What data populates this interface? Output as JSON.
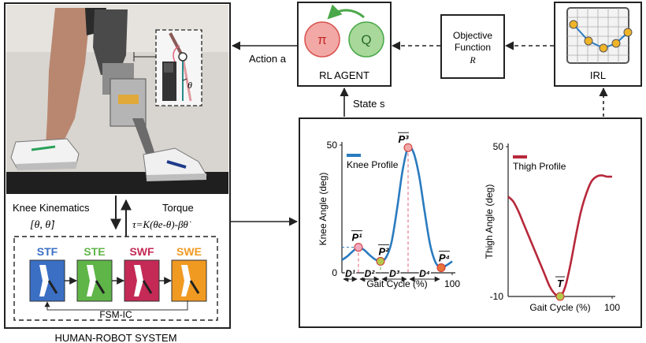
{
  "system": {
    "caption": "HUMAN-ROBOT SYSTEM",
    "knee_kinematics_label": "Knee Kinematics",
    "knee_kinematics_vars": "[θ, θ̇]",
    "torque_label": "Torque",
    "torque_formula": "τ=K(θe-θ)-βθ̇",
    "theta_symbol": "θ",
    "fsm": {
      "title": "FSM-IC",
      "states": [
        {
          "label": "STF",
          "color": "#3a6fc4"
        },
        {
          "label": "STE",
          "color": "#5fb548"
        },
        {
          "label": "SWF",
          "color": "#c42a55"
        },
        {
          "label": "SWE",
          "color": "#f09a22"
        }
      ]
    }
  },
  "agent": {
    "title": "RL AGENT",
    "pi_symbol": "π",
    "q_symbol": "Q",
    "pi_color": "#f2a9a6",
    "q_color": "#a8d89a"
  },
  "objective": {
    "line1": "Objective",
    "line2": "Function",
    "symbol": "R"
  },
  "irl": {
    "title": "IRL"
  },
  "arrows": {
    "action": "Action a",
    "state": "State s"
  },
  "knee_chart": {
    "chart_data": {
      "type": "line",
      "xlabel": "Gait Cycle (%)",
      "ylabel": "Knee Angle (deg)",
      "ylim": [
        0,
        50
      ],
      "y_tick_labels": [
        "50",
        "0"
      ],
      "x_tick_labels": [
        "100"
      ],
      "legend": "Knee Profile",
      "series_color": "#2a7bbf",
      "series": [
        {
          "name": "Knee Profile",
          "x": [
            0,
            5,
            10,
            15,
            20,
            25,
            30,
            35,
            40,
            45,
            50,
            55,
            60,
            65,
            70,
            75,
            80,
            85,
            90,
            95,
            100
          ],
          "values": [
            5,
            6.5,
            8.5,
            10,
            9,
            7,
            5.3,
            4.5,
            6,
            12,
            25,
            40,
            49,
            47,
            38,
            24,
            11,
            4,
            2,
            3,
            4.5
          ]
        }
      ],
      "key_points": [
        {
          "label": "P¹",
          "x": 15,
          "y": 10
        },
        {
          "label": "P²",
          "x": 35,
          "y": 4.5
        },
        {
          "label": "P³",
          "x": 60,
          "y": 49
        },
        {
          "label": "P⁴",
          "x": 90,
          "y": 2
        }
      ],
      "durations": [
        "D¹",
        "D²",
        "D³",
        "D⁴"
      ]
    }
  },
  "thigh_chart": {
    "chart_data": {
      "type": "line",
      "xlabel": "Gait Cycle (%)",
      "ylabel": "Thigh Angle (deg)",
      "ylim": [
        -10,
        50
      ],
      "y_tick_labels": [
        "50",
        "-10"
      ],
      "x_tick_labels": [
        "100"
      ],
      "legend": "Thigh Profile",
      "series_color": "#b7283a",
      "series": [
        {
          "name": "Thigh Profile",
          "x": [
            0,
            5,
            10,
            15,
            20,
            25,
            30,
            35,
            40,
            45,
            50,
            55,
            60,
            65,
            70,
            75,
            80,
            85,
            90,
            95,
            100
          ],
          "values": [
            30,
            28,
            24,
            19,
            14,
            9,
            4,
            -1,
            -6,
            -9,
            -10,
            -6,
            3,
            14,
            24,
            31,
            36,
            38,
            38.5,
            38,
            38
          ]
        }
      ],
      "key_points": [
        {
          "label": "T",
          "x": 50,
          "y": -10
        }
      ]
    }
  }
}
